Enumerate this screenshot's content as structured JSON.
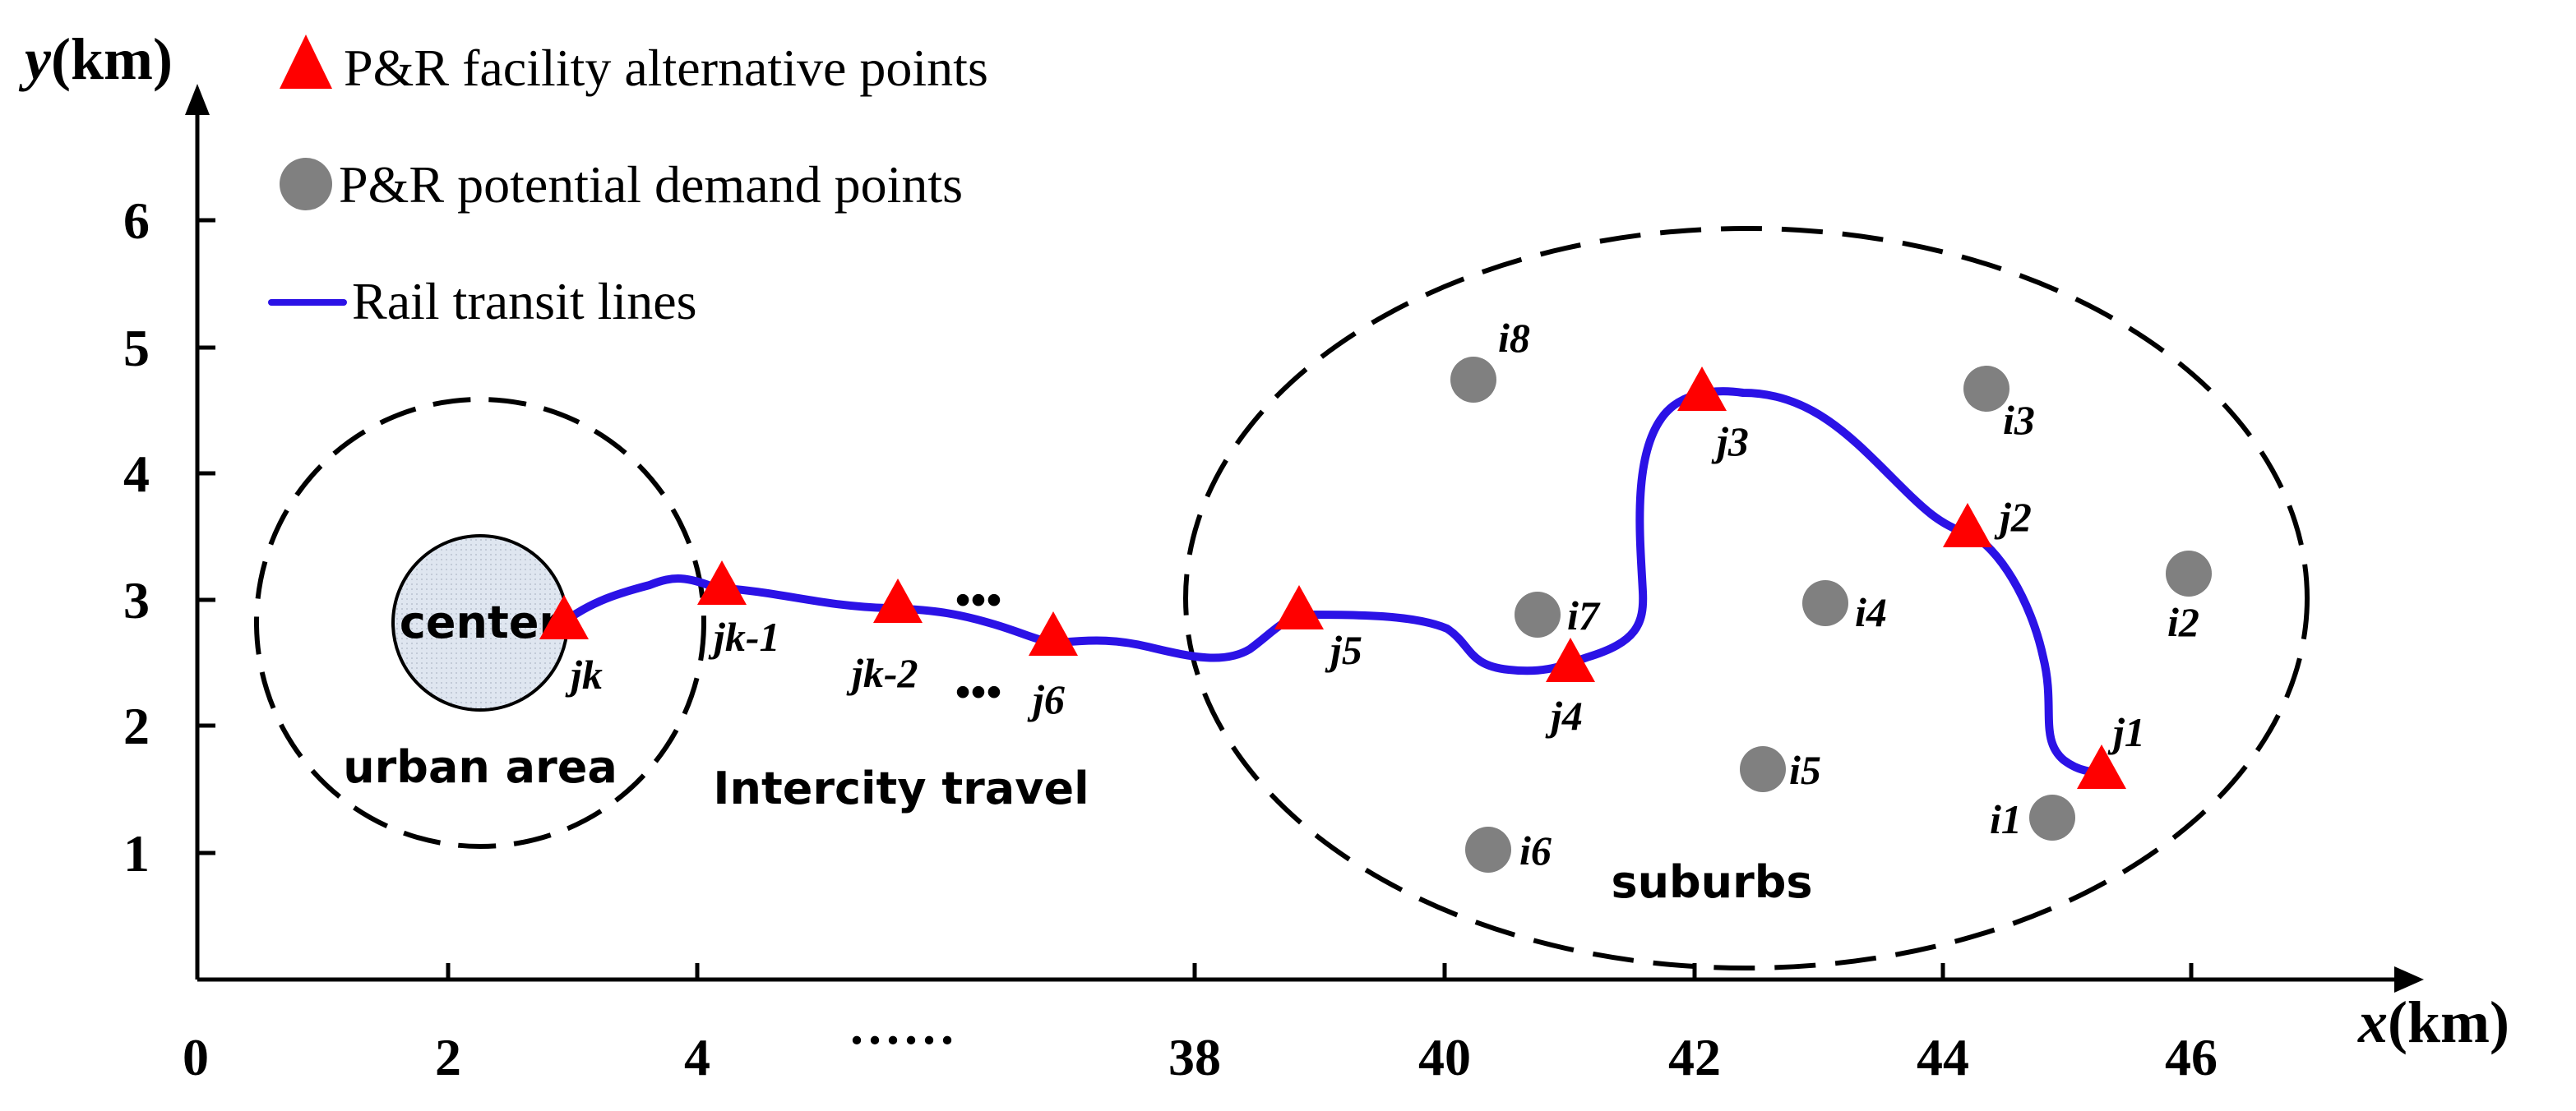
{
  "axes": {
    "x_title_letter": "x",
    "x_title_unit": "(km)",
    "y_title_letter": "y",
    "y_title_unit": "(km)",
    "x_origin_label": "0",
    "x_ticks": [
      "2",
      "4",
      "38",
      "40",
      "42",
      "44",
      "46"
    ],
    "x_break": "......",
    "y_ticks": [
      "1",
      "2",
      "3",
      "4",
      "5",
      "6"
    ]
  },
  "legend": {
    "facility": "P&R facility alternative points",
    "demand": "P&R potential demand points",
    "rail": "Rail transit lines"
  },
  "colors": {
    "facility": "#ff0000",
    "demand": "#808080",
    "rail": "#2b12e6",
    "center_fill": "#dfe6f0"
  },
  "regions": {
    "urban": "urban area",
    "intercity": "Intercity travel",
    "suburbs": "suburbs",
    "center": "center",
    "ellipsis_top": "•••",
    "ellipsis_bottom": "•••"
  },
  "facility_points": [
    {
      "label": "jk"
    },
    {
      "label": "jk-1"
    },
    {
      "label": "jk-2"
    },
    {
      "label": "j6"
    },
    {
      "label": "j5"
    },
    {
      "label": "j4"
    },
    {
      "label": "j3"
    },
    {
      "label": "j2"
    },
    {
      "label": "j1"
    }
  ],
  "demand_points": [
    {
      "label": "i1"
    },
    {
      "label": "i2"
    },
    {
      "label": "i3"
    },
    {
      "label": "i4"
    },
    {
      "label": "i5"
    },
    {
      "label": "i6"
    },
    {
      "label": "i7"
    },
    {
      "label": "i8"
    }
  ]
}
